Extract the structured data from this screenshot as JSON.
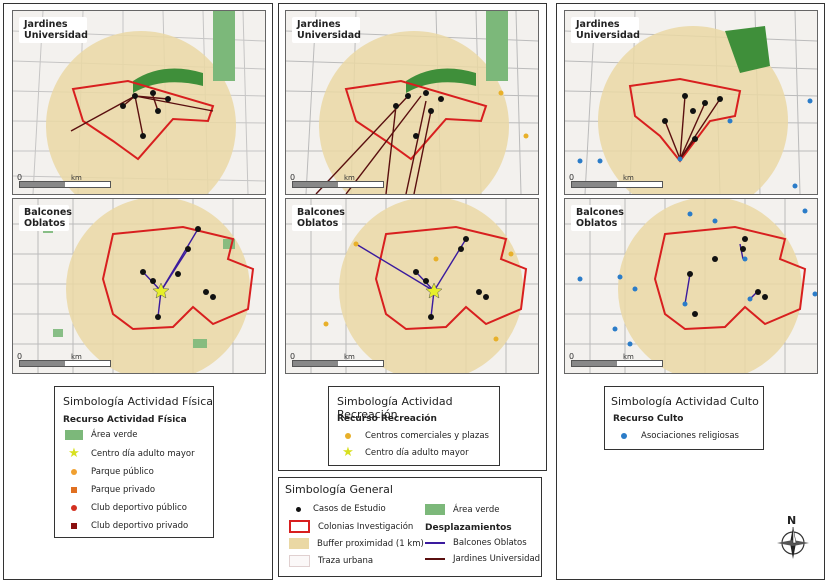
{
  "maps": {
    "jardines_label": "Jardines Universidad",
    "balcones_label": "Balcones Oblatos",
    "scale_zero": "0",
    "scale_unit": "km"
  },
  "legend_fisica": {
    "title": "Simbología Actividad Física",
    "subtitle": "Recurso Actividad Física",
    "items": [
      "Área verde",
      "Centro día adulto mayor",
      "Parque público",
      "Parque privado",
      "Club deportivo público",
      "Club deportivo privado"
    ]
  },
  "legend_recreacion": {
    "title": "Simbología Actividad Recreación",
    "subtitle": "Recurso Recreación",
    "items": [
      "Centros comerciales y plazas",
      "Centro día adulto mayor"
    ]
  },
  "legend_culto": {
    "title": "Simbología Actividad Culto",
    "subtitle": "Recurso Culto",
    "items": [
      "Asociaciones religiosas"
    ]
  },
  "legend_general": {
    "title": "Simbología General",
    "items": [
      "Casos de Estudio",
      "Colonias Investigación",
      "Buffer proximidad (1 km)",
      "Traza urbana"
    ],
    "area_verde": "Área verde",
    "displacement_title": "Desplazamientos",
    "displacements": [
      "Balcones Oblatos",
      "Jardines Universidad"
    ]
  },
  "north_label": "N",
  "colors": {
    "buffer": "#ead8a4",
    "green_area": "#7cb87a",
    "colonia_outline": "#d81f1f",
    "jardines_line": "#5a0f0f",
    "balcones_line": "#3a1a9e",
    "center_star": "#e6ee2a",
    "parque_publico": "#f0a030",
    "parque_privado": "#e07020",
    "club_publico": "#d33020",
    "club_privado": "#8a1010",
    "comercial": "#e8b02a",
    "religiosa": "#2b7cc8"
  }
}
